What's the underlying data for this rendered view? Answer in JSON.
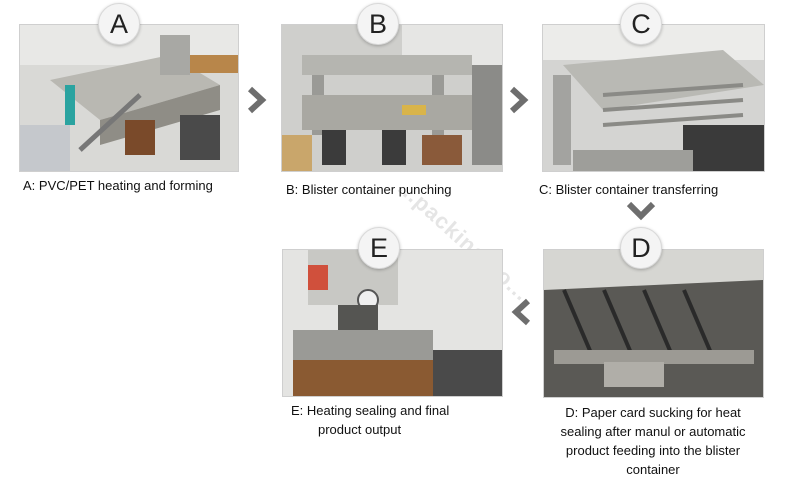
{
  "watermark": "...packing.co...",
  "colors": {
    "arrow": "#6e6e6e",
    "badge_bg": "#f4f4f4",
    "border": "#cfcfcf"
  },
  "steps": [
    {
      "letter": "A",
      "caption": "A: PVC/PET heating and forming",
      "icon": "forming-machine-photo"
    },
    {
      "letter": "B",
      "caption": "B: Blister container punching",
      "icon": "punching-machine-photo"
    },
    {
      "letter": "C",
      "caption": "C:  Blister container transferring",
      "icon": "transfer-machine-photo"
    },
    {
      "letter": "D",
      "caption_lines": [
        "D:  Paper card sucking for heat",
        "sealing after manul or automatic",
        "product feeding into the blister",
        "container"
      ],
      "icon": "card-sucking-machine-photo"
    },
    {
      "letter": "E",
      "caption_lines": [
        "E: Heating sealing and final",
        "product output"
      ],
      "icon": "sealing-machine-photo"
    }
  ]
}
